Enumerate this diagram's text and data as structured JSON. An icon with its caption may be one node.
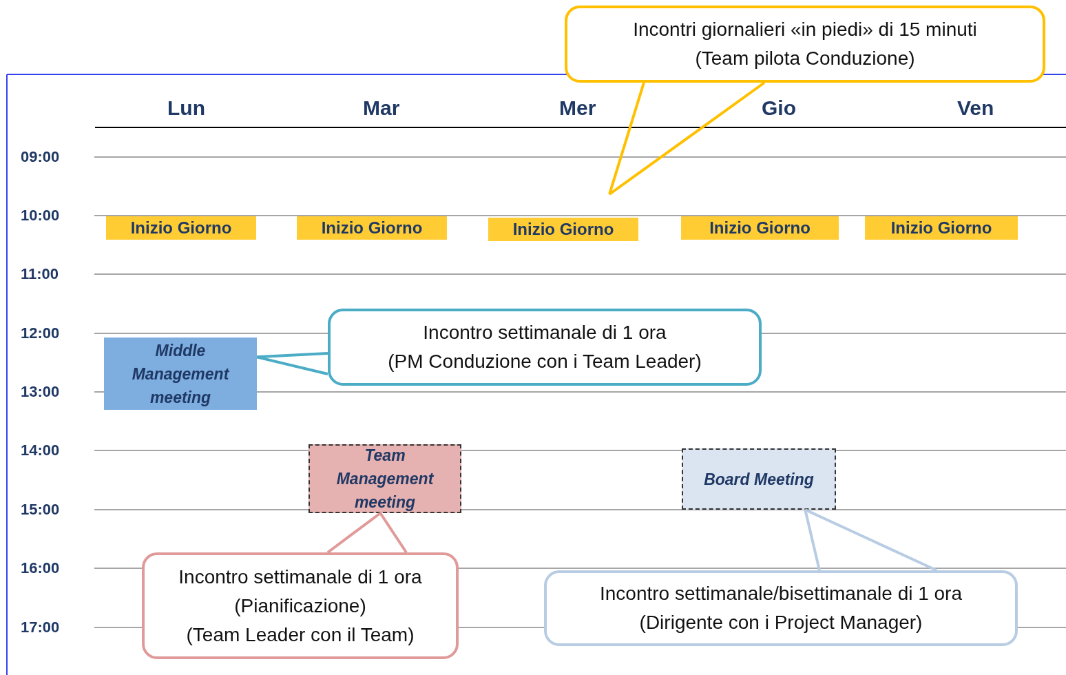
{
  "diagram": {
    "nodes": [
      {
        "text": [
          "Inizio Giorno"
        ]
      },
      {
        "text": [
          "Inizio Giorno"
        ]
      },
      {
        "text": [
          "Inizio Giorno"
        ]
      },
      {
        "text": [
          "Inizio Giorno"
        ]
      },
      {
        "text": [
          "Inizio Giorno"
        ]
      },
      {
        "text": [
          "Middle Management meeting"
        ]
      },
      {
        "text": [
          "Team Management meeting"
        ]
      },
      {
        "text": [
          "Board Meeting"
        ]
      },
      {
        "text": [
          "Incontri giornalieri «in piedi» di 15 minuti",
          "(Team pilota Conduzione)"
        ]
      },
      {
        "text": [
          "Incontro settimanale di 1 ora",
          "(PM Conduzione con i Team Leader)"
        ]
      },
      {
        "text": [
          "Incontro settimanale di 1 ora",
          "(Pianificazione)",
          "(Team Leader con il Team)"
        ]
      },
      {
        "text": [
          "Incontro settimanale/bisettimanale di 1 ora",
          "(Dirigente con i Project Manager)"
        ]
      }
    ],
    "edges": [
      {
        "from": 8,
        "to": null,
        "arrow": "none",
        "color": "#ffc000"
      },
      {
        "from": 9,
        "to": 5,
        "arrow": "none",
        "color": "#4bacc6"
      },
      {
        "from": 10,
        "to": 6,
        "arrow": "none",
        "color": "#e09a9a"
      },
      {
        "from": 11,
        "to": 7,
        "arrow": "none",
        "color": "#b8cce4"
      }
    ],
    "labels": [
      "Lun",
      "Mar",
      "Mer",
      "Gio",
      "Ven",
      "09:00",
      "10:00",
      "11:00",
      "12:00",
      "13:00",
      "14:00",
      "15:00",
      "16:00",
      "17:00"
    ]
  }
}
